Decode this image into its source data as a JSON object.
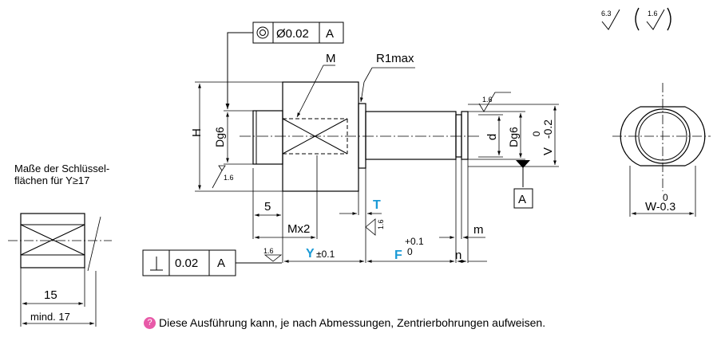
{
  "tolerance_frames": {
    "concentricity": {
      "symbol": "◎",
      "value": "Ø0.02",
      "datum": "A"
    },
    "perpendicularity": {
      "symbol": "⊥",
      "value": "0.02",
      "datum": "A"
    }
  },
  "labels": {
    "M": "M",
    "R1max": "R1max",
    "H": "H",
    "Dg6_left": "Dg6",
    "Dg6_right": "Dg6",
    "d": "d",
    "V": "V",
    "V_tol_upper": "0",
    "V_tol_lower": "-0.2",
    "W": "W",
    "W_tol_upper": "0",
    "W_tol_lower": "-0.3",
    "datum_A": "A",
    "dim_5": "5",
    "Mx2": "Mx2",
    "T": "T",
    "m": "m",
    "Y": "Y",
    "Y_tol": "±0.1",
    "F": "F",
    "F_tol_upper": "+0.1",
    "F_tol_lower": "0",
    "n": "n",
    "dim_15": "15",
    "mind17": "mind. 17"
  },
  "surface_finish": {
    "general": "6.3",
    "bracket": "1.6",
    "r1": "1.6",
    "r2": "1.6",
    "r3": "1.6",
    "r4": "1.6"
  },
  "wrench_note": {
    "line1": "Maße der Schlüssel-",
    "line2": "flächen für Y≥17"
  },
  "footer_note": {
    "icon": "info-icon",
    "text": "Diese Ausführung kann, je nach Abmessungen, Zentrierbohrungen aufweisen."
  },
  "colors": {
    "accent": "#1a9ad6",
    "note_icon": "#e85aa8"
  }
}
